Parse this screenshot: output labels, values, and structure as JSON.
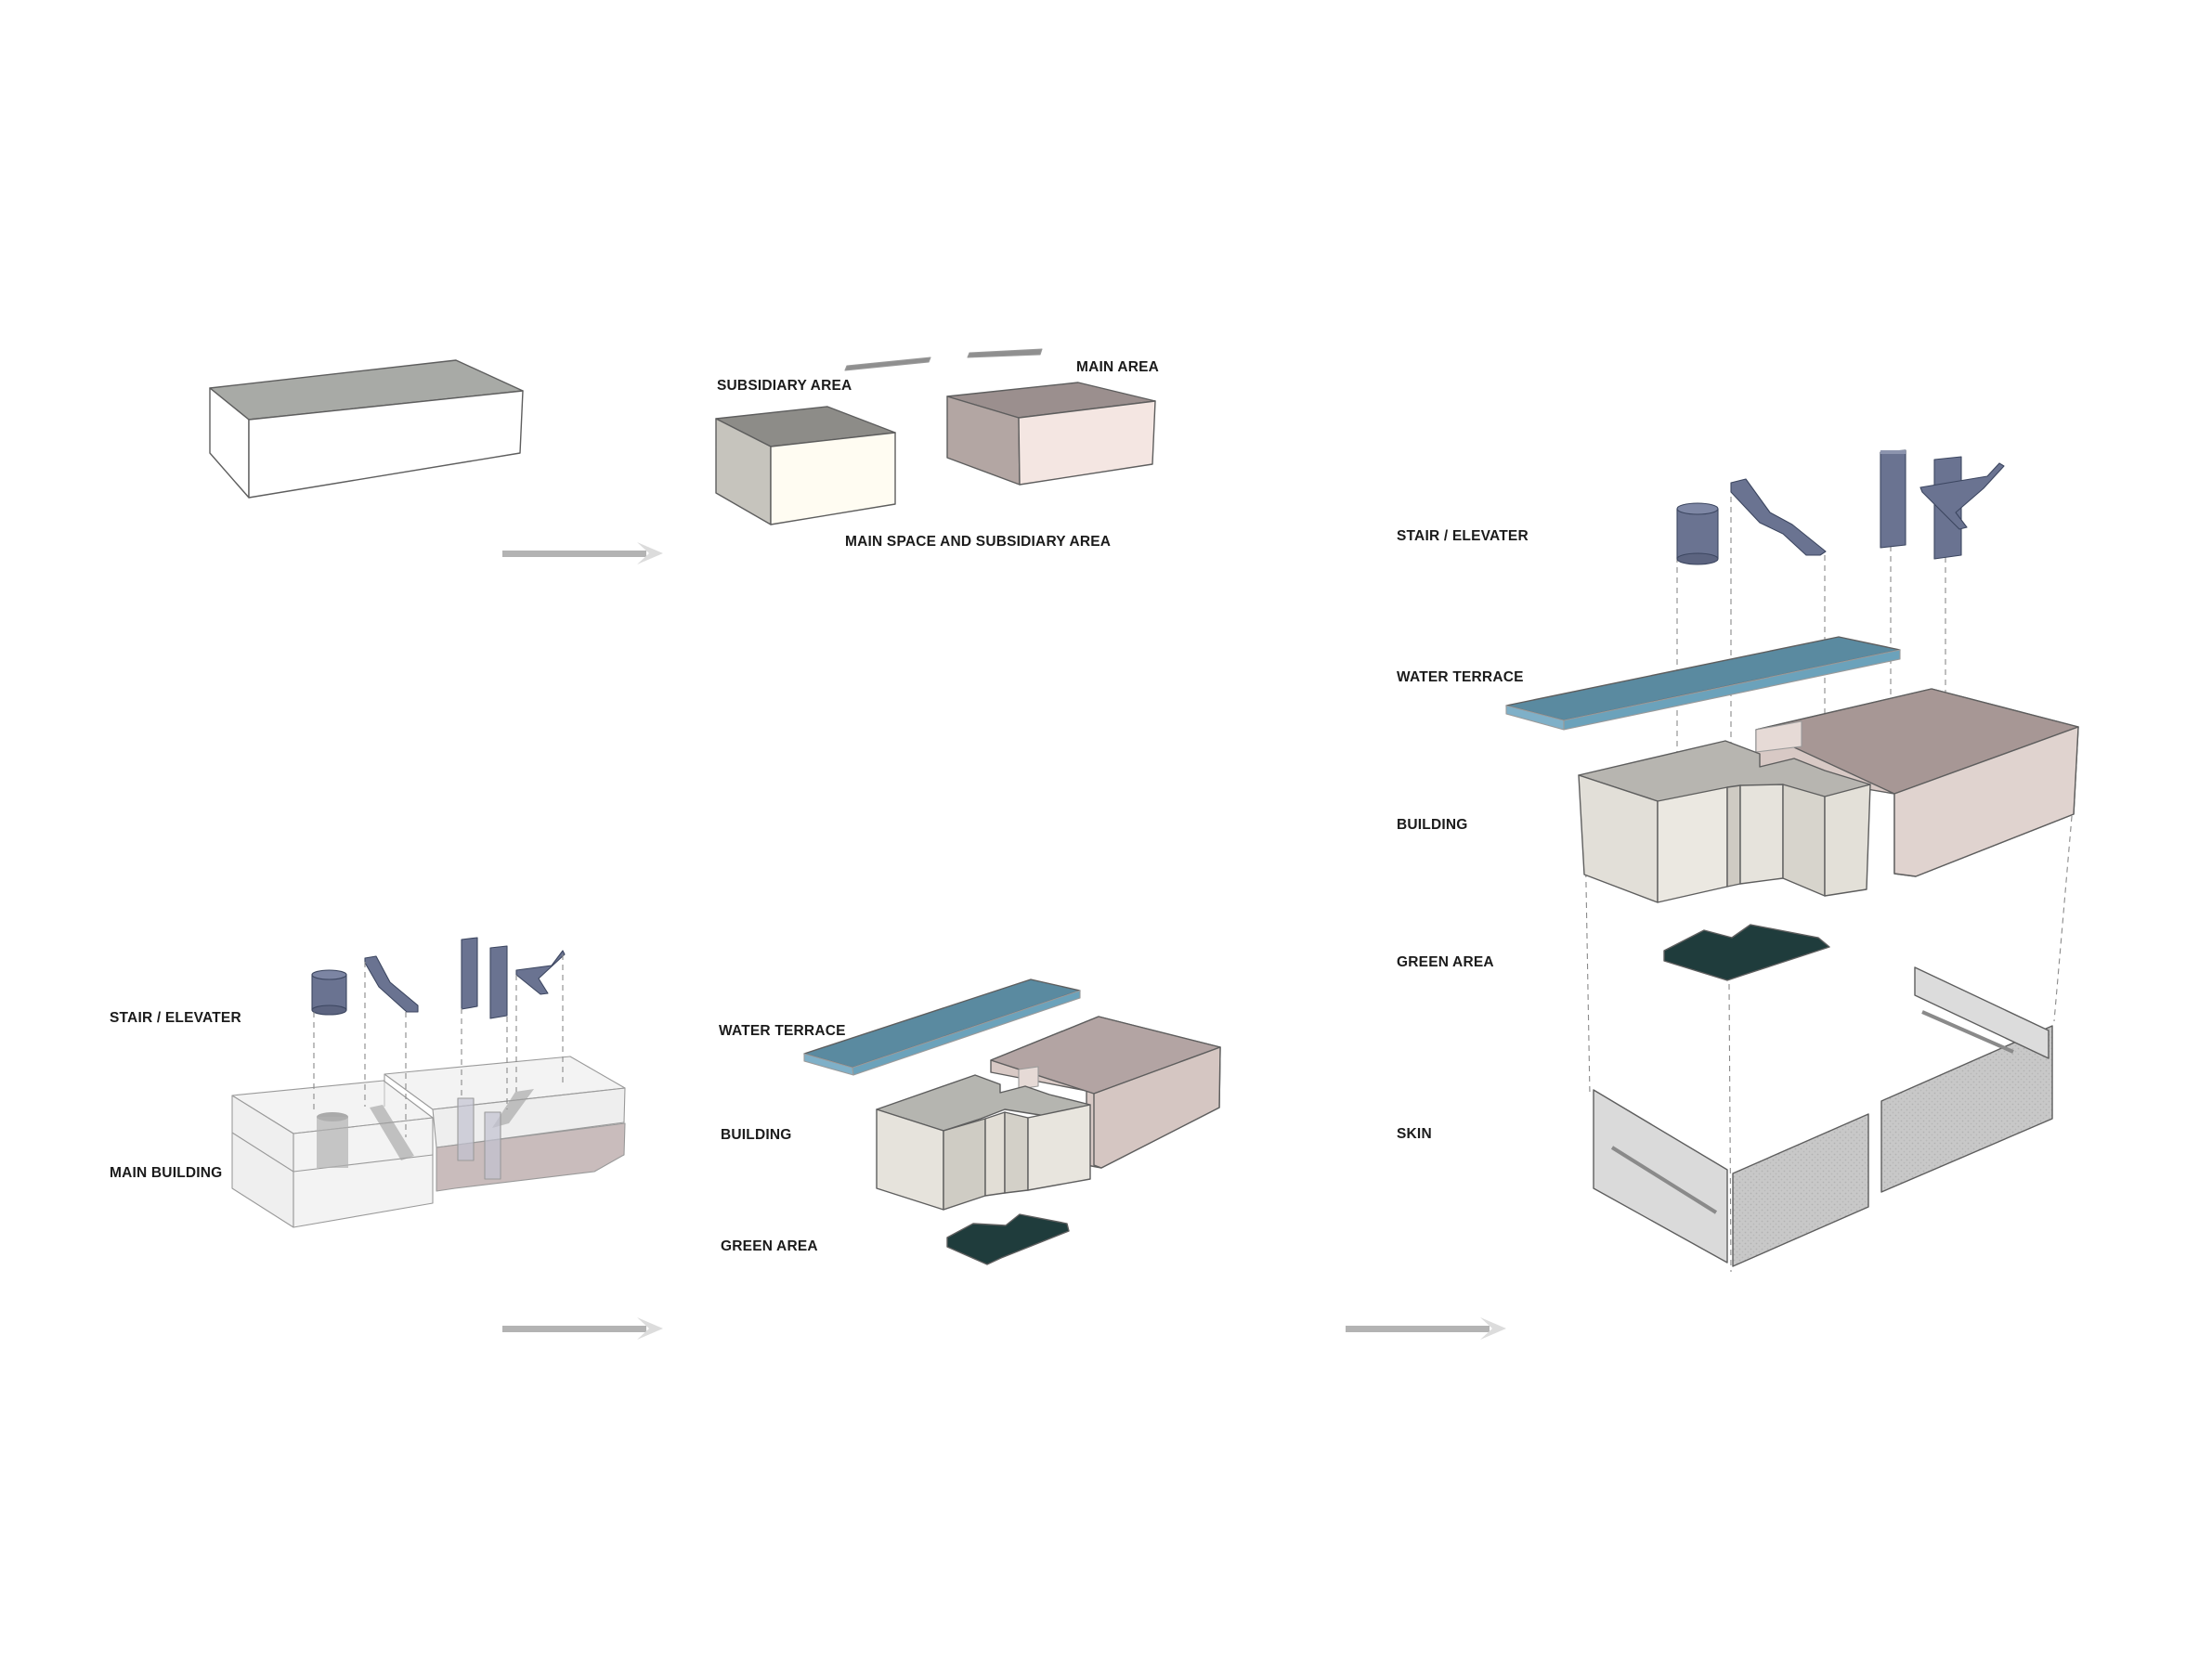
{
  "labels": {
    "subsidiary_area": "SUBSIDIARY AREA",
    "main_area": "MAIN AREA",
    "main_space_and_subsidiary_area": "MAIN SPACE AND SUBSIDIARY AREA",
    "stair_elevater": "STAIR / ELEVATER",
    "main_building": "MAIN BUILDING",
    "water_terrace": "WATER TERRACE",
    "building": "BUILDING",
    "green_area": "GREEN AREA",
    "skin": "SKIN"
  },
  "colors": {
    "mass_top": "#a8aaa6",
    "subsidiary_top": "#8d8c88",
    "subsidiary_face": "#fffcf2",
    "subsidiary_side": "#c6c4bd",
    "main_top": "#9b8f8e",
    "main_face": "#f4e6e2",
    "main_side": "#b3a6a3",
    "stair": "#6a7391",
    "water": "#5a8aa0",
    "water_edge": "#7fb0c8",
    "green": "#1f3c3c",
    "building_light": "#e6e2dc",
    "building_pink": "#d8c9c5",
    "skin": "#c4c4c4",
    "arrow": "#b3b3b3"
  }
}
